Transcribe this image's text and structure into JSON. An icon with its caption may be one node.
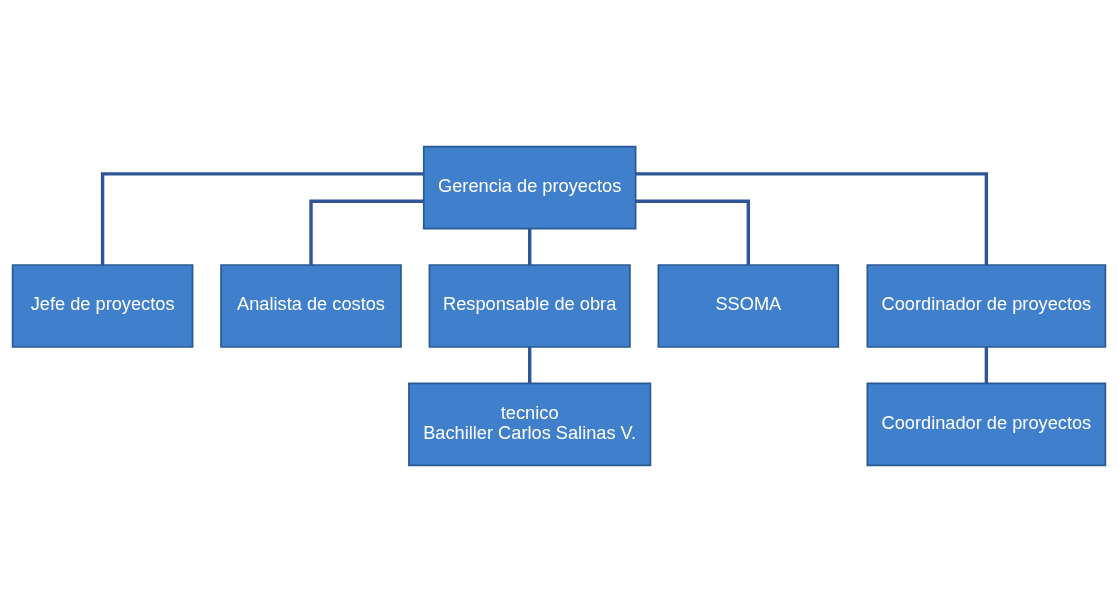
{
  "diagram": {
    "nodes": [
      {
        "text": [
          "Gerencia de proyectos"
        ]
      },
      {
        "text": [
          "Jefe de proyectos"
        ]
      },
      {
        "text": [
          "Analista de costos"
        ]
      },
      {
        "text": [
          "Responsable de obra"
        ]
      },
      {
        "text": [
          "SSOMA"
        ]
      },
      {
        "text": [
          "Coordinador de proyectos"
        ]
      },
      {
        "text": [
          "tecnico",
          "Bachiller Carlos Salinas V."
        ]
      },
      {
        "text": [
          "Coordinador de proyectos"
        ]
      }
    ],
    "edges": [
      {
        "from": 0,
        "to": 1,
        "arrow": "none"
      },
      {
        "from": 0,
        "to": 2,
        "arrow": "none"
      },
      {
        "from": 0,
        "to": 3,
        "arrow": "none"
      },
      {
        "from": 0,
        "to": 4,
        "arrow": "none"
      },
      {
        "from": 0,
        "to": 5,
        "arrow": "none"
      },
      {
        "from": 3,
        "to": 6,
        "arrow": "none"
      },
      {
        "from": 5,
        "to": 7,
        "arrow": "none"
      }
    ]
  }
}
